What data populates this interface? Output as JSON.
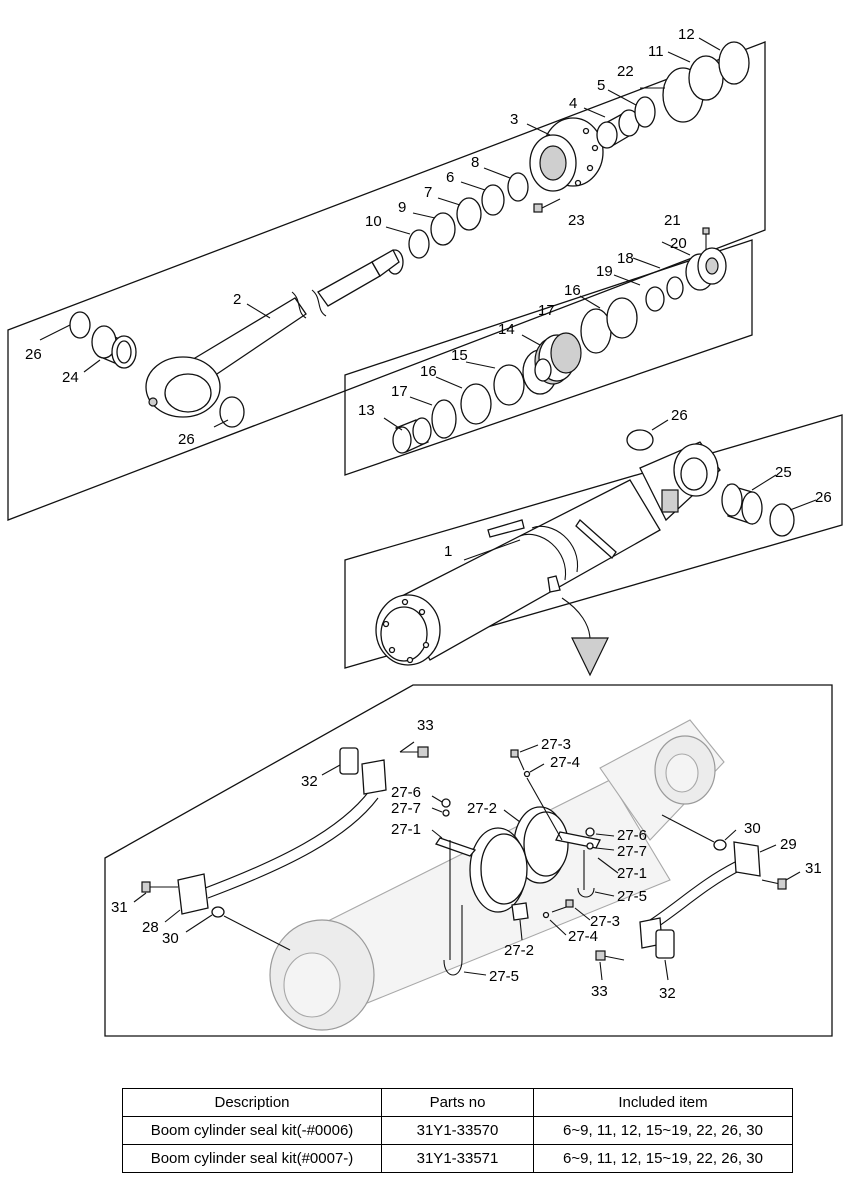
{
  "callouts": {
    "c1": "1",
    "c2": "2",
    "c3": "3",
    "c4": "4",
    "c5": "5",
    "c6": "6",
    "c7": "7",
    "c8": "8",
    "c9": "9",
    "c10": "10",
    "c11": "11",
    "c12": "12",
    "c13": "13",
    "c14": "14",
    "c15a": "15",
    "c16a": "16",
    "c16b": "16",
    "c17a": "17",
    "c17b": "17",
    "c18": "18",
    "c19": "19",
    "c20": "20",
    "c21": "21",
    "c22": "22",
    "c23": "23",
    "c24": "24",
    "c25": "25",
    "c26a": "26",
    "c26b": "26",
    "c26c": "26",
    "c26d": "26",
    "c33a": "33",
    "c32a": "32",
    "c31a": "31",
    "c28": "28",
    "c30a": "30",
    "c27_6a": "27-6",
    "c27_7a": "27-7",
    "c27_1a": "27-1",
    "c27_2a": "27-2",
    "c27_3a": "27-3",
    "c27_4a": "27-4",
    "c27_6b": "27-6",
    "c27_7b": "27-7",
    "c27_1b": "27-1",
    "c27_5a": "27-5",
    "c27_3b": "27-3",
    "c27_4b": "27-4",
    "c27_2b": "27-2",
    "c27_5b": "27-5",
    "c30b": "30",
    "c29": "29",
    "c31b": "31",
    "c33b": "33",
    "c32b": "32"
  },
  "kit_table": {
    "headers": [
      "Description",
      "Parts no",
      "Included item"
    ],
    "rows": [
      [
        "Boom cylinder seal kit(-#0006)",
        "31Y1-33570",
        "6~9, 11, 12, 15~19, 22, 26, 30"
      ],
      [
        "Boom cylinder seal kit(#0007-)",
        "31Y1-33571",
        "6~9, 11, 12, 15~19, 22, 26, 30"
      ]
    ]
  }
}
